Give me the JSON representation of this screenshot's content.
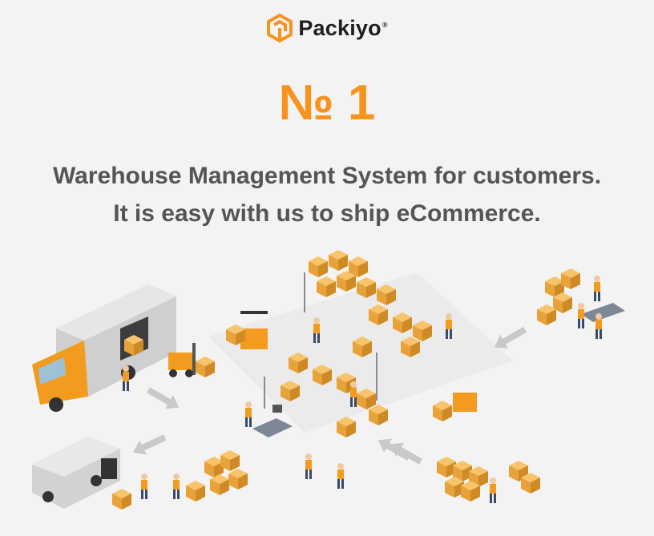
{
  "header": {
    "brand_name": "Packiyo",
    "registered_mark": "®",
    "logo_icon": "packiyo-box-icon",
    "accent_color": "#f7931e"
  },
  "hero": {
    "rank": "№ 1",
    "line1": "Warehouse Management System for customers.",
    "line2": "It is easy with us to ship eCommerce."
  }
}
